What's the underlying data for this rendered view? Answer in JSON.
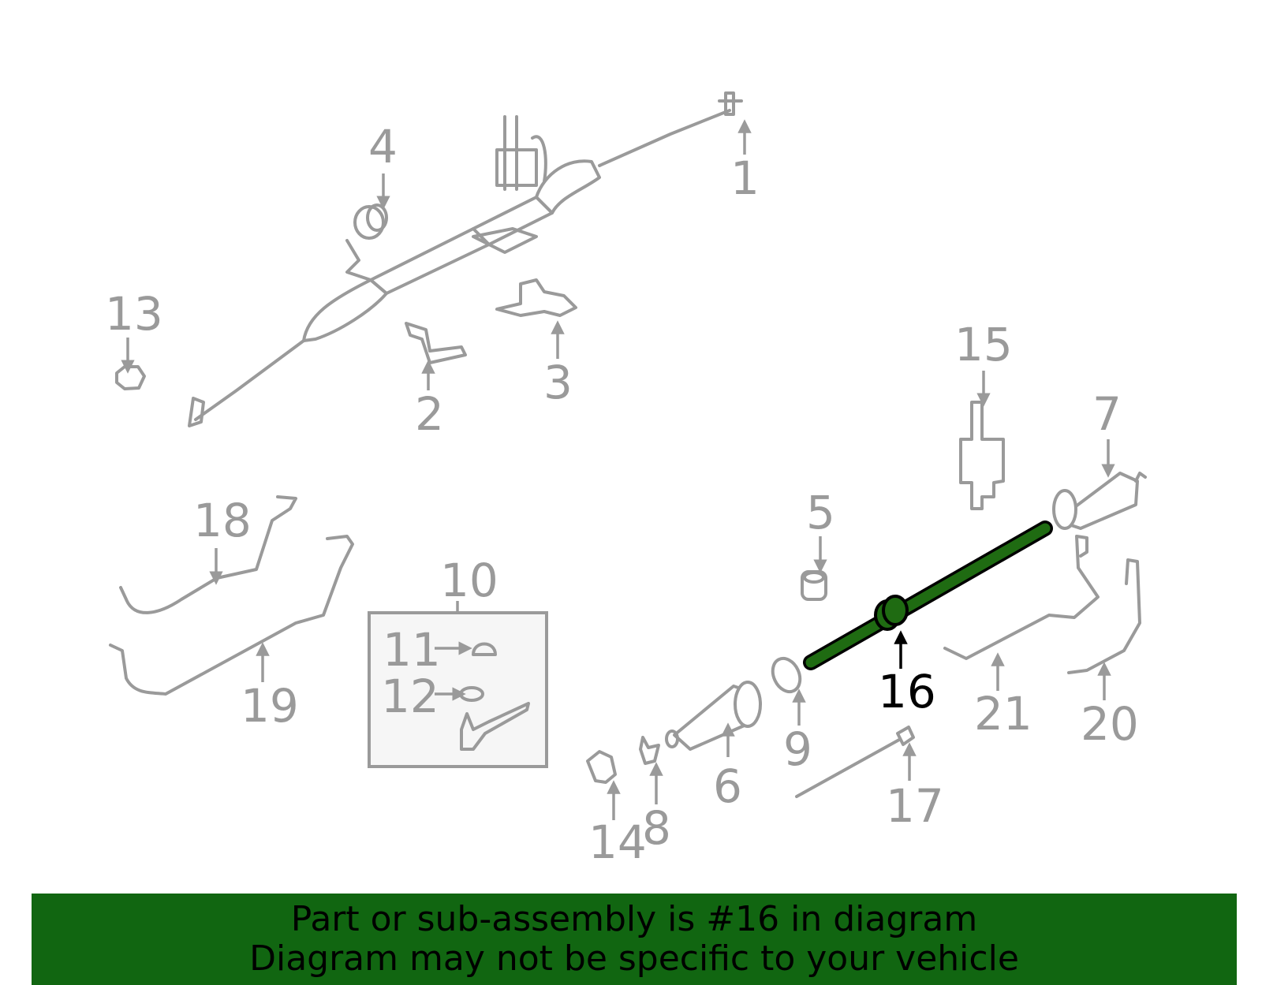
{
  "callouts": {
    "c1": "1",
    "c2": "2",
    "c3": "3",
    "c4": "4",
    "c5": "5",
    "c6": "6",
    "c7": "7",
    "c8": "8",
    "c9": "9",
    "c10": "10",
    "c11": "11",
    "c12": "12",
    "c13": "13",
    "c14": "14",
    "c15": "15",
    "c16": "16",
    "c17": "17",
    "c18": "18",
    "c19": "19",
    "c20": "20",
    "c21": "21"
  },
  "highlight": {
    "part_number": "16",
    "color": "#1f6b12"
  },
  "banner": {
    "line1": "Part or sub-assembly is #16 in diagram",
    "line2": "Diagram may not be specific to your vehicle",
    "background": "#116611"
  }
}
